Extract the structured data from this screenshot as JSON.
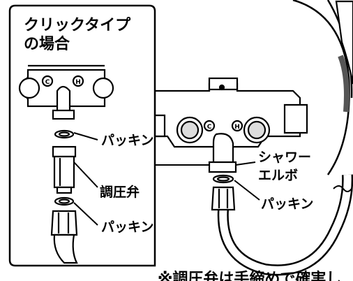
{
  "inset": {
    "title_line1": "クリックタイプ",
    "title_line2": "の場合",
    "labels": {
      "packing_upper": "パッキン",
      "regulator": "調圧弁",
      "packing_lower": "パッキン"
    }
  },
  "main": {
    "labels": {
      "shower_elbow_line1": "シャワー",
      "shower_elbow_line2": "エルボ",
      "packing": "パッキン"
    }
  },
  "footnote": "※調圧弁は手締めで確実し"
}
